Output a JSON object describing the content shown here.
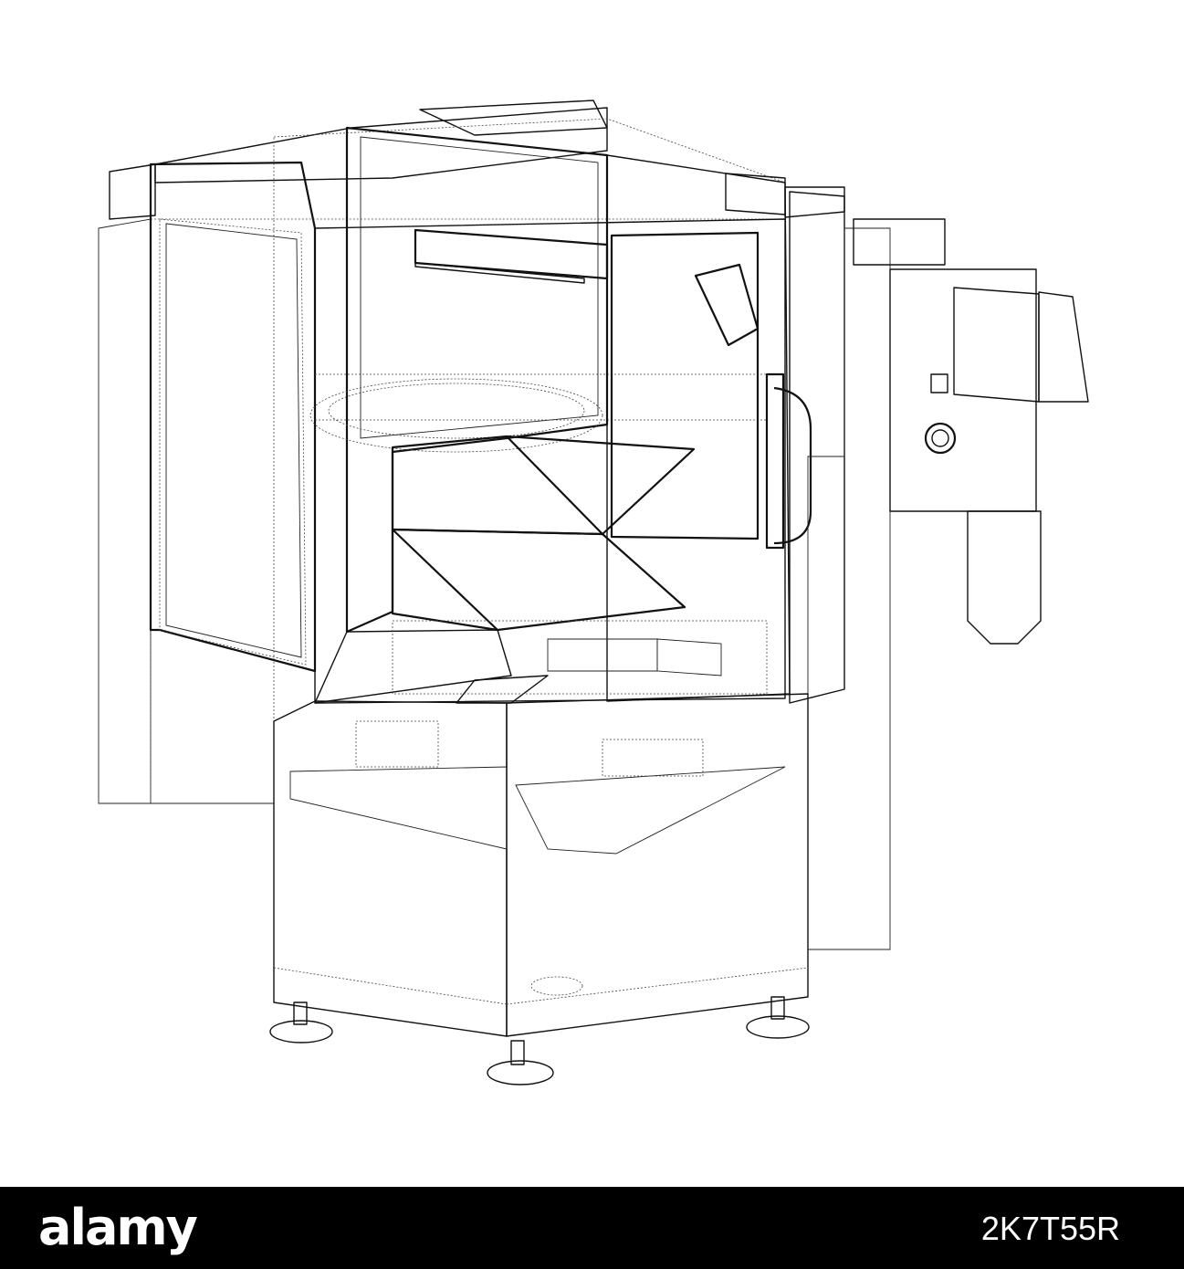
{
  "illustration": {
    "subject": "machine-wireframe"
  },
  "watermark": {
    "logo_text": "alamy",
    "image_id": "2K7T55R",
    "bar_color": "#000000",
    "text_color": "#ffffff"
  }
}
